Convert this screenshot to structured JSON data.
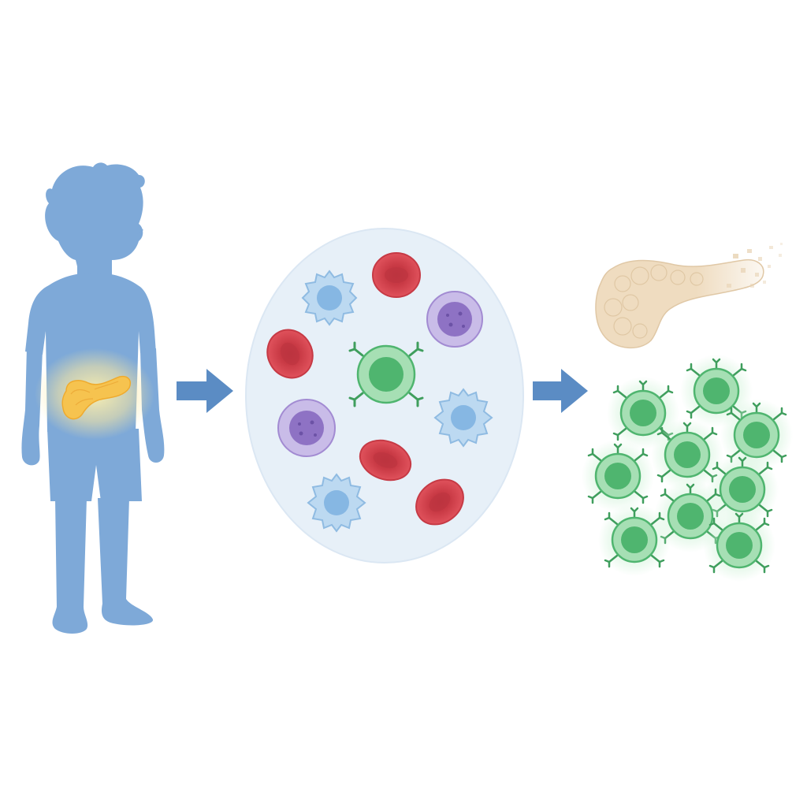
{
  "diagram": {
    "panels": [
      {
        "id": "child",
        "icon": "child-silhouette-icon"
      },
      {
        "id": "blood-sample",
        "icon": "blood-sample-icon"
      },
      {
        "id": "outcome",
        "icon": "pancreas-and-t-cells-icon"
      }
    ],
    "arrows": 2,
    "colors": {
      "silhouette": "#7aa6d6",
      "pancreas_highlight": "#f5c04a",
      "sample_bg": "#e9f1f8",
      "red_cell": "#d9434f",
      "purple_cell": "#a68bd1",
      "blue_cell": "#a9cdeb",
      "green_cell": "#4fb56f",
      "arrow": "#5b8cc4",
      "faded_pancreas": "#efd9b8"
    }
  }
}
